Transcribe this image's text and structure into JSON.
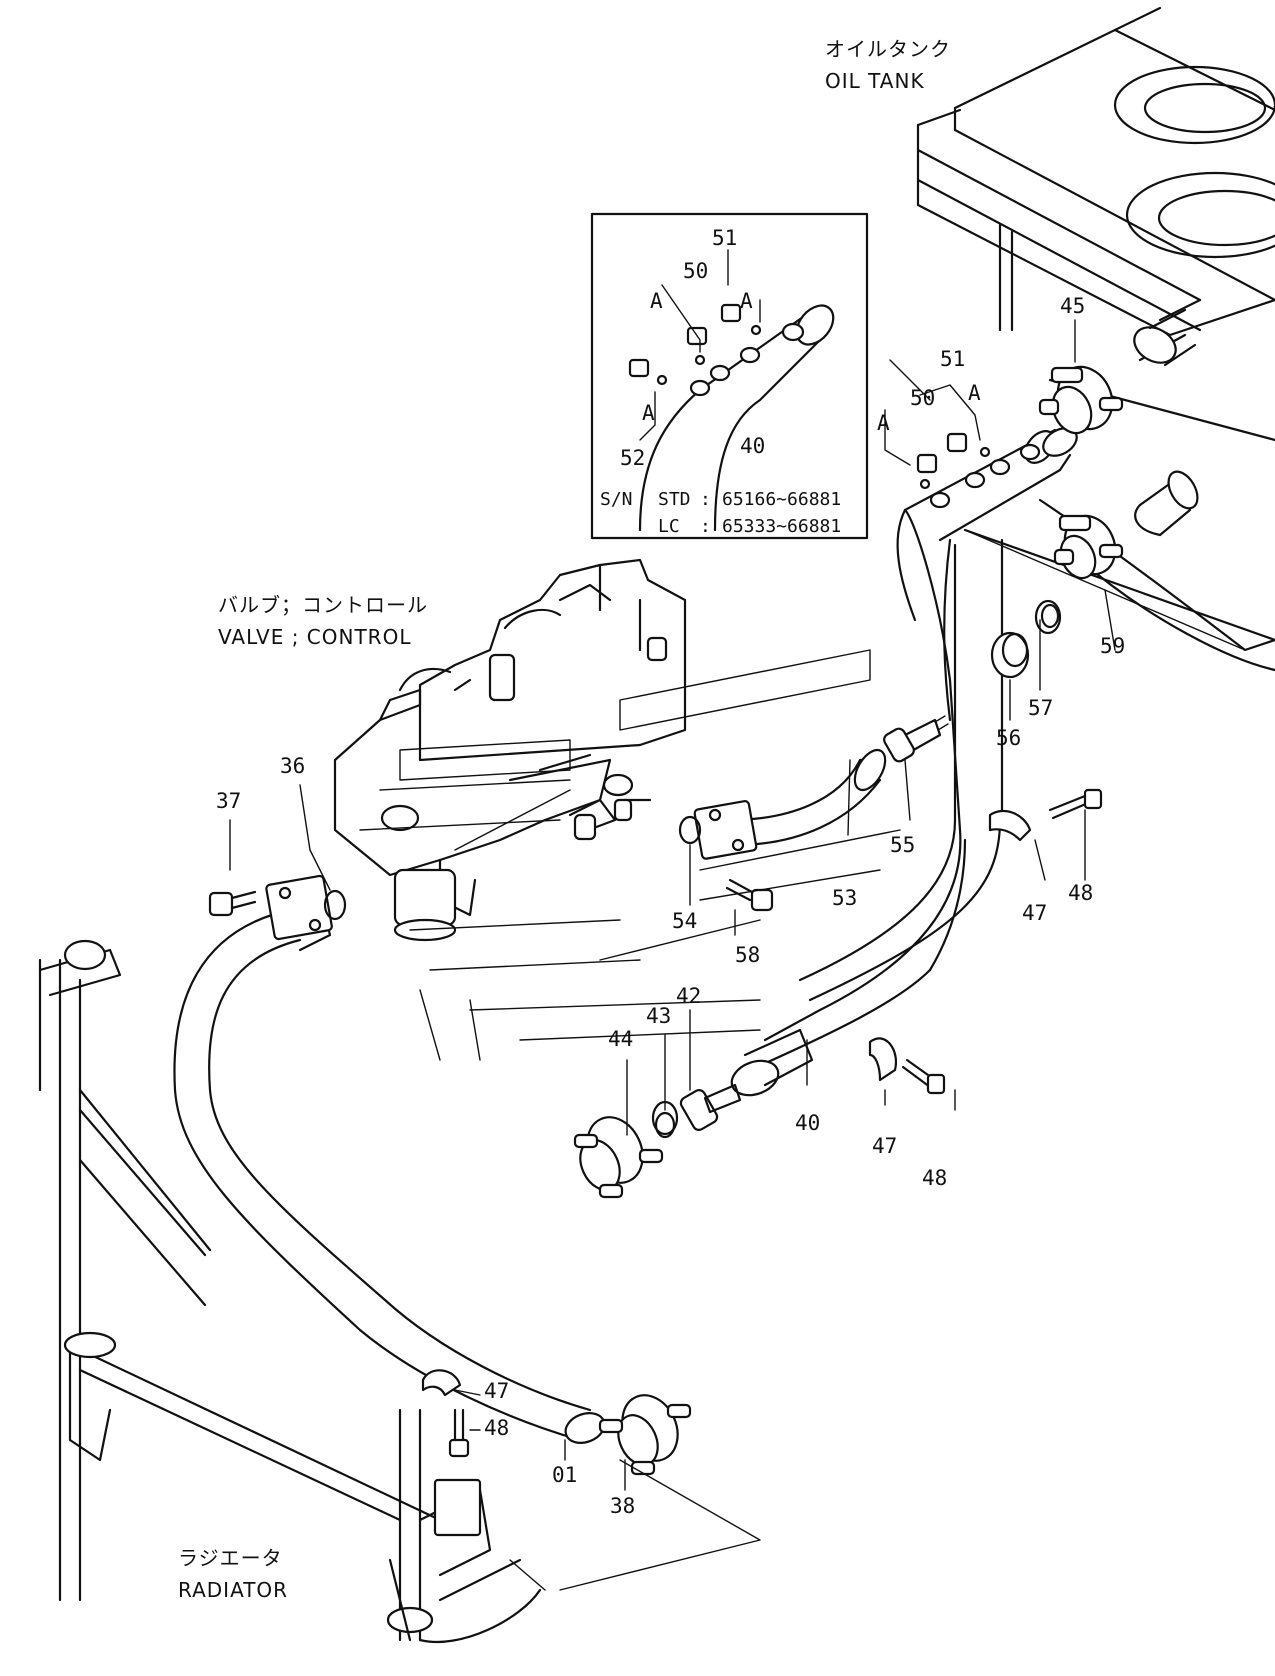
{
  "captions": {
    "oil_tank_jp": "オイルタンク",
    "oil_tank_en": "OIL  TANK",
    "valve_jp": "バルブ；コントロール",
    "valve_en": "VALVE ; CONTROL",
    "radiator_jp": "ラジエータ",
    "radiator_en": "RADIATOR"
  },
  "inset": {
    "sn_label": "S/N",
    "std_label": "STD",
    "lc_label": "LC",
    "colon": ":",
    "std_range": "65166~66881",
    "lc_range": "65333~66881"
  },
  "section_marks": {
    "a": "A"
  },
  "parts": {
    "p01": "01",
    "p36": "36",
    "p37": "37",
    "p38": "38",
    "p40": "40",
    "p42": "42",
    "p43": "43",
    "p44": "44",
    "p45": "45",
    "p47": "47",
    "p48": "48",
    "p50": "50",
    "p51": "51",
    "p52": "52",
    "p53": "53",
    "p54": "54",
    "p55": "55",
    "p56": "56",
    "p57": "57",
    "p58": "58",
    "p59": "59"
  }
}
